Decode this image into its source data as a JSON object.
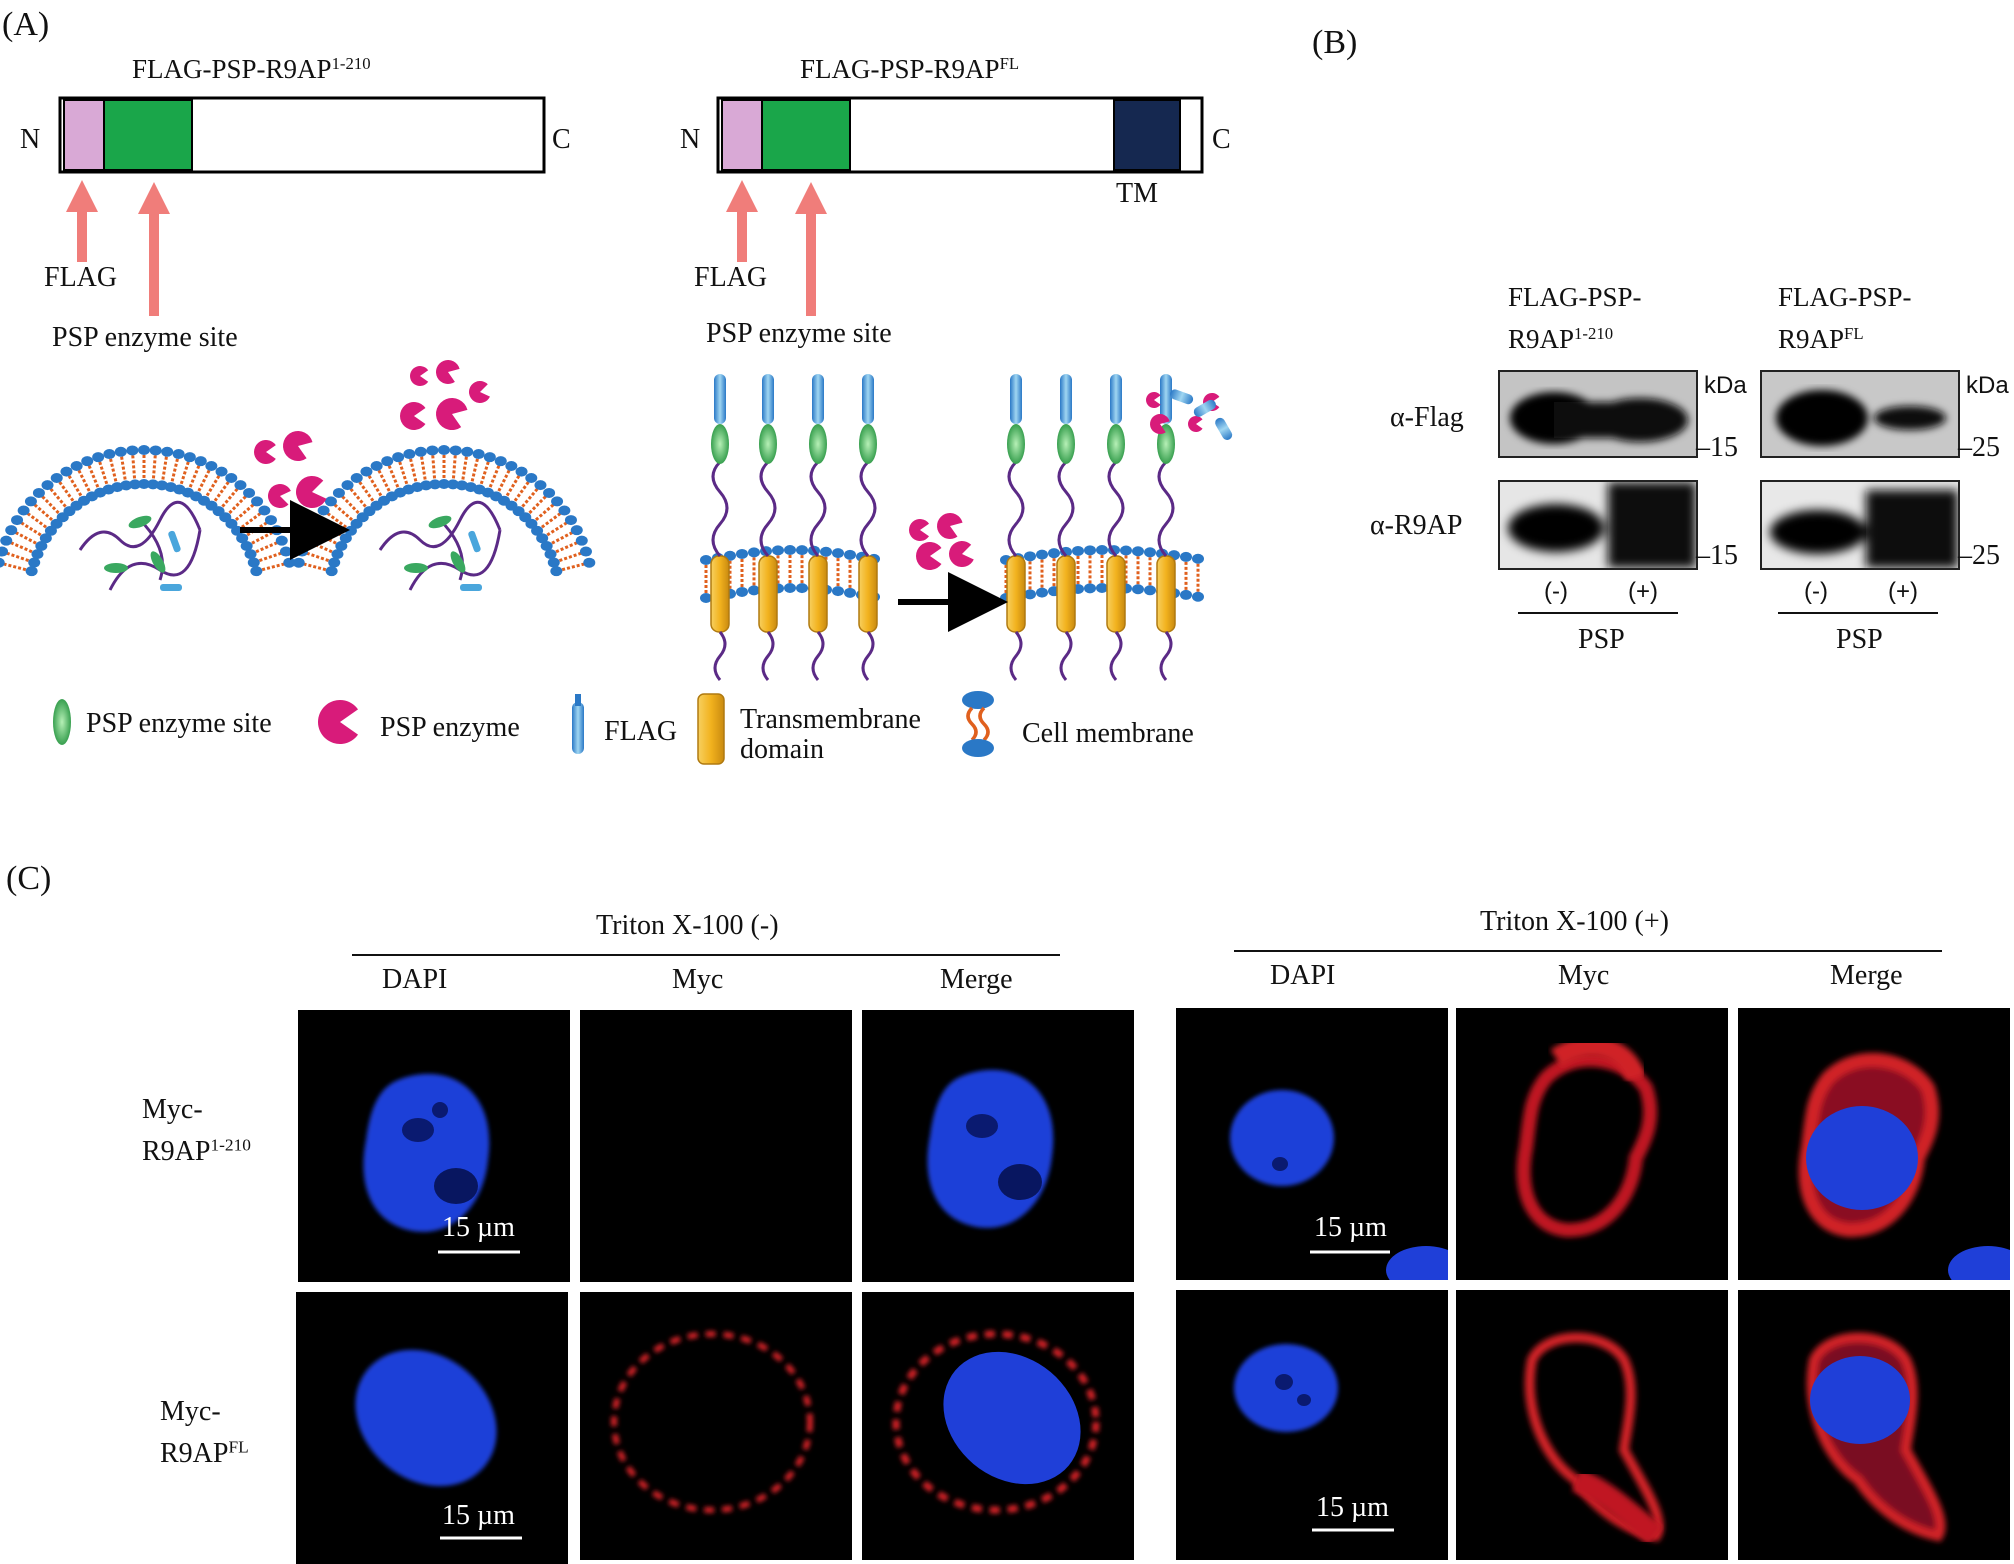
{
  "panelA": {
    "label": "(A)",
    "constructs": [
      {
        "name": "FLAG-PSP-R9AP",
        "sup": "1-210",
        "n": "N",
        "c": "C",
        "tm": ""
      },
      {
        "name": "FLAG-PSP-R9AP",
        "sup": "FL",
        "n": "N",
        "c": "C",
        "tm": "TM"
      }
    ],
    "arrow_labels": {
      "flag": "FLAG",
      "site": "PSP enzyme site"
    },
    "legend": [
      {
        "icon": "psp-enzyme-site-icon",
        "label": "PSP enzyme site"
      },
      {
        "icon": "psp-enzyme-icon",
        "label": "PSP enzyme"
      },
      {
        "icon": "flag-tag-icon",
        "label": "FLAG"
      },
      {
        "icon": "transmembrane-domain-icon",
        "label_line1": "Transmembrane",
        "label_line2": "domain"
      },
      {
        "icon": "cell-membrane-icon",
        "label": "Cell membrane"
      }
    ]
  },
  "panelB": {
    "label": "(B)",
    "groups": [
      {
        "title_line1": "FLAG-PSP-",
        "title_line2": "R9AP",
        "sup": "1-210",
        "kda": "kDa",
        "marker_flag": "15",
        "marker_r9ap": "15"
      },
      {
        "title_line1": "FLAG-PSP-",
        "title_line2": "R9AP",
        "sup": "FL",
        "kda": "kDa",
        "marker_flag": "25",
        "marker_r9ap": "25"
      }
    ],
    "rows": [
      "α-Flag",
      "α-R9AP"
    ],
    "lanes": [
      "(-)",
      "(+)"
    ],
    "treatment": "PSP"
  },
  "panelC": {
    "label": "(C)",
    "conditions": [
      "Triton X-100 (-)",
      "Triton X-100 (+)"
    ],
    "channels": [
      "DAPI",
      "Myc",
      "Merge"
    ],
    "rows": [
      {
        "line1": "Myc-",
        "line2": "R9AP",
        "sup": "1-210"
      },
      {
        "line1": "Myc-",
        "line2": "R9AP",
        "sup": "FL"
      }
    ],
    "scale_bar": "15 µm"
  },
  "colors": {
    "flag_box": "#d9a9d6",
    "psp_box": "#1aa64a",
    "tm_box": "#152850",
    "arrow": "#f07d7a",
    "enzyme": "#d81b7a",
    "membrane_head": "#2a78c6",
    "membrane_tail": "#e0601e",
    "tm_helix": "#f2b21e",
    "linker": "#5b2a86",
    "dapi": "#1f3fd8",
    "myc": "#e0202a"
  }
}
